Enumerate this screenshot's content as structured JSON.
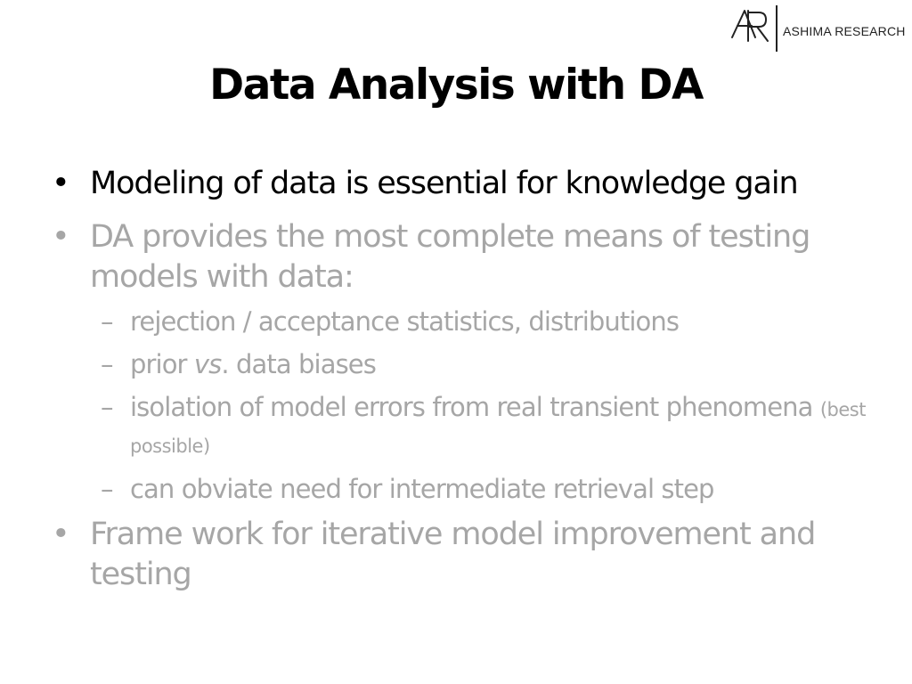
{
  "logo": {
    "mark": "AR",
    "text": "ASHIMA RESEARCH"
  },
  "title": "Data Analysis with DA",
  "bullets": [
    {
      "marker": "•",
      "text": "Modeling of data is essential for knowledge gain",
      "color": "#000000"
    },
    {
      "marker": "•",
      "text": "DA provides the most complete means of testing models with data:",
      "color": "#a6a6a6",
      "subitems": [
        {
          "marker": "–",
          "text": "rejection / acceptance statistics, distributions"
        },
        {
          "marker": "–",
          "text_before": "prior ",
          "text_italic": "vs",
          "text_after": ". data biases"
        },
        {
          "marker": "–",
          "text": "isolation of model errors from real transient phenomena",
          "text_small": "(best possible)"
        },
        {
          "marker": "–",
          "text": "can obviate need for intermediate retrieval step"
        }
      ]
    },
    {
      "marker": "•",
      "text": "Frame work for iterative model improvement and testing",
      "color": "#a6a6a6"
    }
  ]
}
